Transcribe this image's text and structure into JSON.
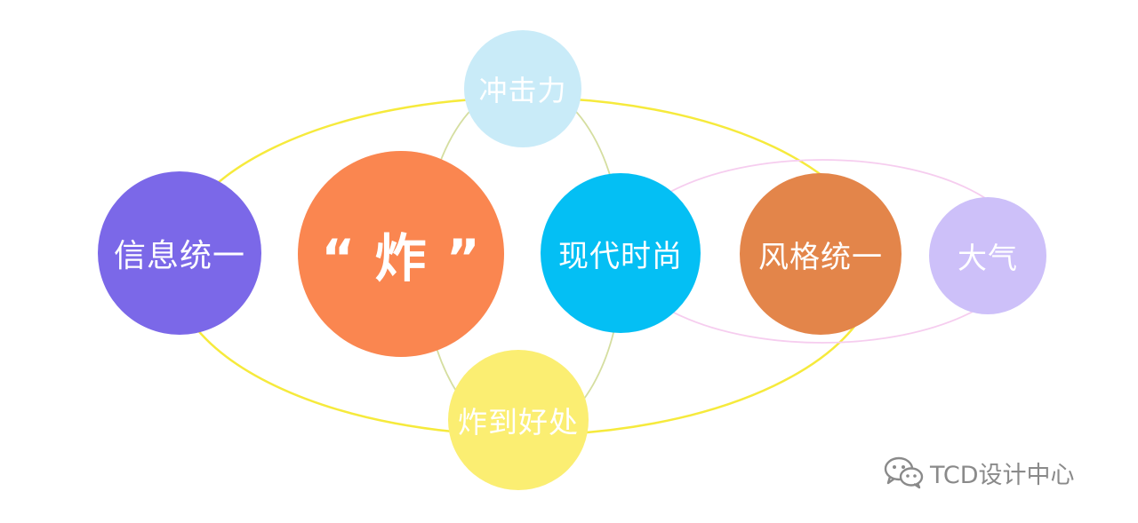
{
  "diagram": {
    "nodes": {
      "xinxi": "信息统一",
      "zha": "“ 炸 ”",
      "chongji": "冲击力",
      "xiandai": "现代时尚",
      "zhadao": "炸到好处",
      "fengge": "风格统一",
      "daqi": "大气"
    },
    "colors": {
      "xinxi": "#7b68e8",
      "zha": "#fa8650",
      "chongji": "#c9ebf8",
      "xiandai": "#04bff4",
      "zhadao": "#fbee72",
      "fengge": "#e3854a",
      "daqi": "#cdc0f9",
      "outer_ring": "#f6ea3c",
      "inner_ring": "#d5dea0",
      "right_ring": "#f6cdef"
    }
  },
  "watermark": {
    "icon": "wechat-icon",
    "text": "TCD设计中心"
  }
}
